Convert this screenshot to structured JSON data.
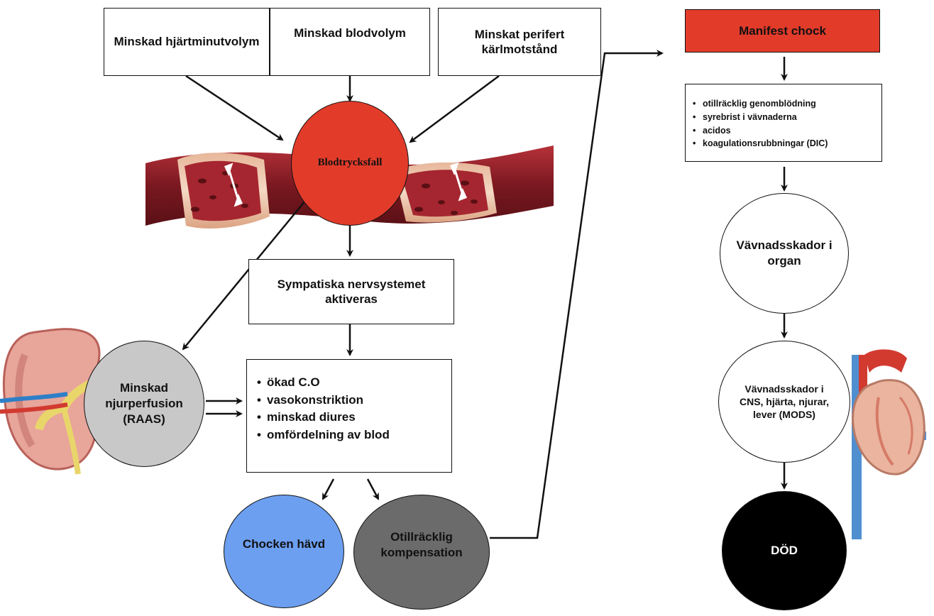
{
  "top_boxes": {
    "cardiac_output": "Minskad hjärtminutvolym",
    "blood_volume": "Minskad blodvolym",
    "peripheral_resistance": "Minskat perifert kärlmotstånd"
  },
  "blood_pressure_drop": "Blodtrycksfall",
  "sympathetic": "Sympatiska nervsystemet aktiveras",
  "kidney": "Minskad njurperfusion (RAAS)",
  "compensation_effects": [
    "ökad C.O",
    "vasokonstriktion",
    "minskad diures",
    "omfördelning av blod"
  ],
  "shock_reversed": "Chocken hävd",
  "insufficient_compensation": "Otillräcklig kompensation",
  "manifest_shock": "Manifest chock",
  "manifest_effects": [
    "otillräcklig genomblödning",
    "syrebrist i vävnaderna",
    "acidos",
    "koagulationsrubbningar (DIC)"
  ],
  "tissue_damage_organ": "Vävnadsskador i organ",
  "tissue_damage_mods": "Vävnadsskador i CNS, hjärta, njurar, lever (MODS)",
  "death": "DÖD",
  "colors": {
    "red": "#e23b2a",
    "gray": "#c8c8c8",
    "blue": "#6c9ff0",
    "dark_gray": "#6b6b6b",
    "black": "#000000",
    "vessel": "#8a1f24"
  }
}
